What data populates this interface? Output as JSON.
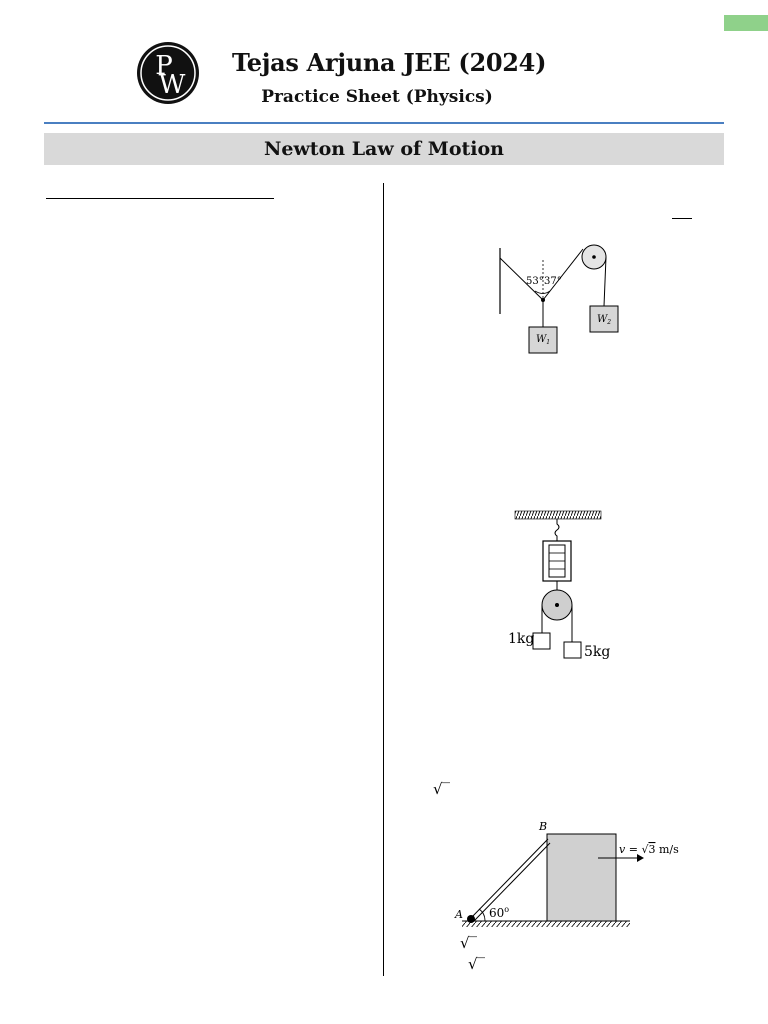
{
  "header": {
    "logo_text": "PW",
    "title": "Tejas Arjuna JEE (2024)",
    "subtitle": "Practice Sheet (Physics)"
  },
  "section": {
    "heading": "Newton Law of Motion"
  },
  "figure1": {
    "angle_left": "53°",
    "angle_right": "37°",
    "block1_label": "W",
    "block1_sub": "1",
    "block2_label": "W",
    "block2_sub": "2"
  },
  "figure2": {
    "mass_left": "1kg",
    "mass_right": "5kg"
  },
  "figure3": {
    "point_a": "A",
    "point_b": "B",
    "angle": "60",
    "velocity_prefix": "v = ",
    "velocity_value": "3",
    "velocity_unit": " m/s"
  },
  "colors": {
    "accent_rule": "#4a7fc1",
    "section_bar": "#d9d9d9",
    "tab": "#8fd18a",
    "block_fill": "#d6d6d6"
  }
}
